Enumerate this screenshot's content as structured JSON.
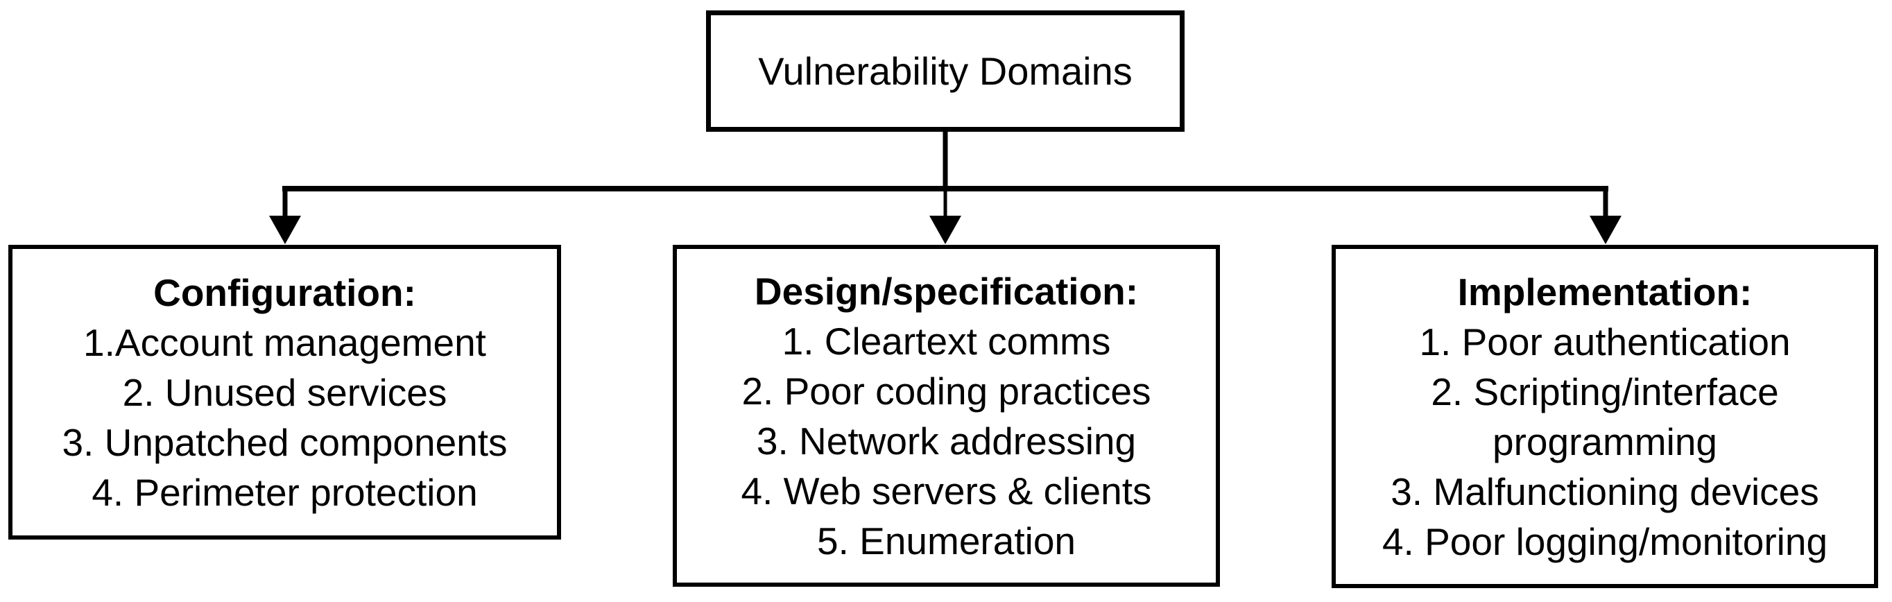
{
  "diagram": {
    "root": {
      "label": "Vulnerability Domains"
    },
    "children": [
      {
        "title": "Configuration:",
        "items": [
          "1.Account management",
          "2. Unused services",
          "3. Unpatched components",
          "4. Perimeter protection"
        ]
      },
      {
        "title": "Design/specification:",
        "items": [
          "1. Cleartext comms",
          "2. Poor coding practices",
          "3. Network addressing",
          "4. Web servers & clients",
          "5. Enumeration"
        ]
      },
      {
        "title": "Implementation:",
        "items": [
          "1. Poor authentication",
          "2. Scripting/interface\nprogramming",
          "3. Malfunctioning devices",
          "4. Poor logging/monitoring"
        ]
      }
    ],
    "colors": {
      "line": "#000000",
      "box_background": "#ffffff",
      "text": "#000000"
    }
  }
}
